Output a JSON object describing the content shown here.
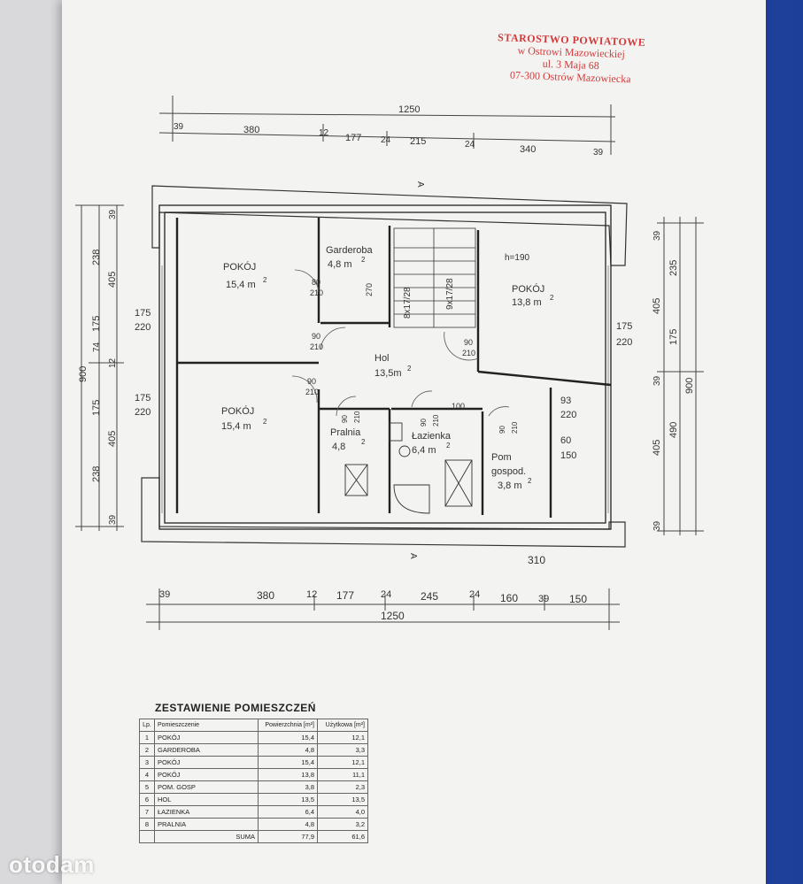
{
  "stamp": {
    "line1": "STAROSTWO POWIATOWE",
    "line2": "w Ostrowi Mazowieckiej",
    "line3": "ul. 3 Maja 68",
    "line4": "07-300 Ostrów Mazowiecka"
  },
  "dims_top": {
    "total": "1250",
    "segments": [
      "39",
      "380",
      "12",
      "177",
      "24",
      "215",
      "24",
      "340",
      "39"
    ]
  },
  "dims_bottom": {
    "total": "1250",
    "segments": [
      "39",
      "380",
      "12",
      "177",
      "24",
      "245",
      "24",
      "160",
      "39",
      "150"
    ],
    "extra": "310"
  },
  "dims_left": {
    "outer": [
      "39",
      "238",
      "175",
      "74",
      "12",
      "175",
      "238",
      "39"
    ],
    "inner": [
      "405",
      "405"
    ],
    "total": "900"
  },
  "dims_right": {
    "outer": [
      "39",
      "235",
      "175",
      "39",
      "490",
      "39"
    ],
    "inner": [
      "405",
      "405"
    ],
    "total": "900"
  },
  "rooms": {
    "pokoj_nw": {
      "name": "POKÓJ",
      "area": "15,4 m"
    },
    "garderoba": {
      "name": "Garderoba",
      "area": "4,8 m"
    },
    "pokoj_ne": {
      "name": "POKÓJ",
      "area": "13,8 m"
    },
    "hol": {
      "name": "Hol",
      "area": "13,5m"
    },
    "pokoj_sw": {
      "name": "POKÓJ",
      "area": "15,4 m"
    },
    "pralnia": {
      "name": "Pralnia",
      "area": "4,8"
    },
    "lazienka": {
      "name": "Łazienka",
      "area": "6,4 m"
    },
    "pom_gosp": {
      "name": "Pom",
      "name2": "gospod.",
      "area": "3,8 m"
    }
  },
  "sup2": "2",
  "annotations": {
    "h190": "h=190",
    "stairs1": "8x17/28",
    "stairs2": "9x17/28",
    "w270": "270",
    "n100": "100",
    "section": "A"
  },
  "windows": {
    "w1": [
      "175",
      "220"
    ],
    "w2": [
      "175",
      "220"
    ],
    "w3": [
      "175",
      "220"
    ],
    "w4": [
      "93",
      "220"
    ],
    "w5": [
      "60",
      "150"
    ]
  },
  "doors": {
    "d1": [
      "80",
      "210"
    ],
    "d2": [
      "90",
      "210"
    ],
    "d3": [
      "90",
      "210"
    ],
    "d4": [
      "90",
      "210"
    ],
    "d5": [
      "90",
      "210"
    ],
    "d6": [
      "90",
      "210"
    ],
    "d7": [
      "90",
      "210"
    ]
  },
  "table": {
    "title": "ZESTAWIENIE POMIESZCZEŃ",
    "headers": [
      "Lp.",
      "Pomieszczenie",
      "Powierzchnia [m²]",
      "Użytkowa [m²]"
    ],
    "rows": [
      [
        "1",
        "POKÓJ",
        "15,4",
        "12,1"
      ],
      [
        "2",
        "GARDEROBA",
        "4,8",
        "3,3"
      ],
      [
        "3",
        "POKÓJ",
        "15,4",
        "12,1"
      ],
      [
        "4",
        "POKÓJ",
        "13,8",
        "11,1"
      ],
      [
        "5",
        "POM. GOSP",
        "3,8",
        "2,3"
      ],
      [
        "6",
        "HOL",
        "13,5",
        "13,5"
      ],
      [
        "7",
        "ŁAZIENKA",
        "6,4",
        "4,0"
      ],
      [
        "8",
        "PRALNIA",
        "4,8",
        "3,2"
      ]
    ],
    "sum_label": "SUMA",
    "sum_area": "77,9",
    "sum_usable": "61,6"
  },
  "watermark": "otodam"
}
